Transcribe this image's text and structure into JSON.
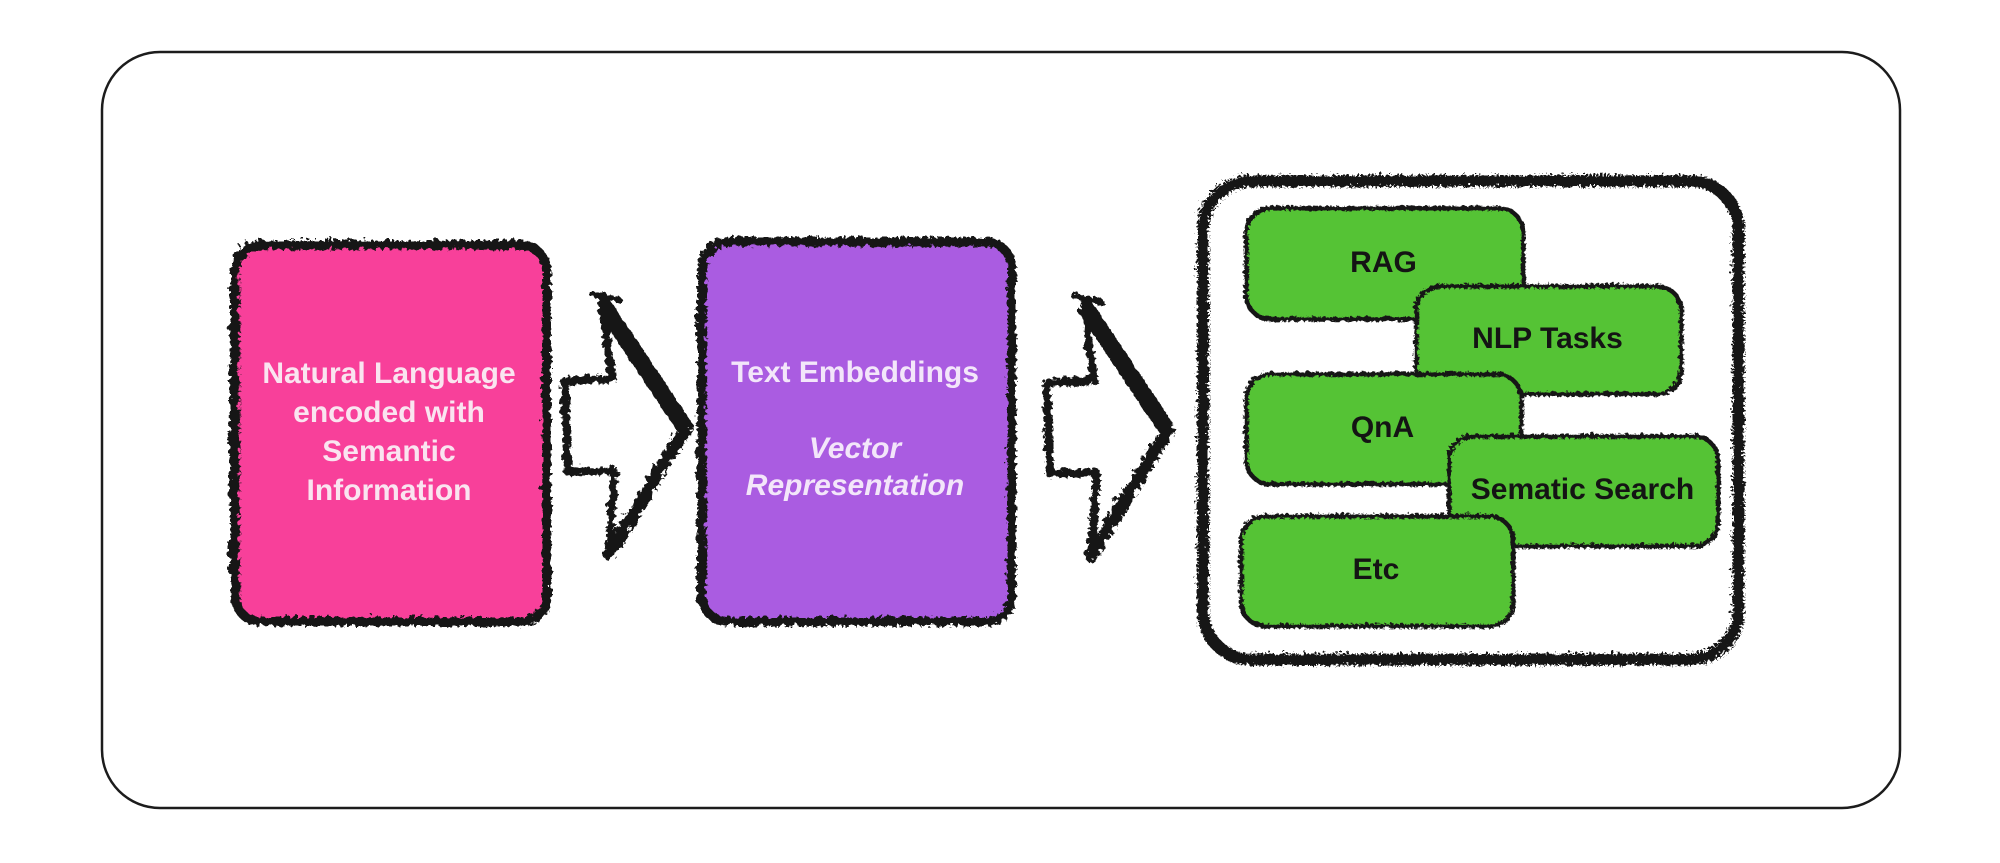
{
  "nodes": {
    "input": {
      "lines": [
        "Natural Language",
        "encoded with",
        "Semantic",
        "Information"
      ],
      "fill": "#F8419A"
    },
    "embeddings": {
      "title": "Text Embeddings",
      "subtitle_lines": [
        "Vector",
        "Representation"
      ],
      "fill": "#AA5CE1"
    },
    "applications": {
      "box_fill": "#55C335",
      "items": [
        {
          "label": "RAG"
        },
        {
          "label": "NLP Tasks"
        },
        {
          "label": "QnA"
        },
        {
          "label": "Sematic Search"
        },
        {
          "label": "Etc"
        }
      ]
    }
  },
  "colors": {
    "ink": "#161616",
    "background": "#FFFFFF",
    "arrow_fill": "#FFFFFF",
    "input_text": "#FAE4F0",
    "embeddings_text": "#F3E6FA",
    "applications_text": "#141414"
  }
}
